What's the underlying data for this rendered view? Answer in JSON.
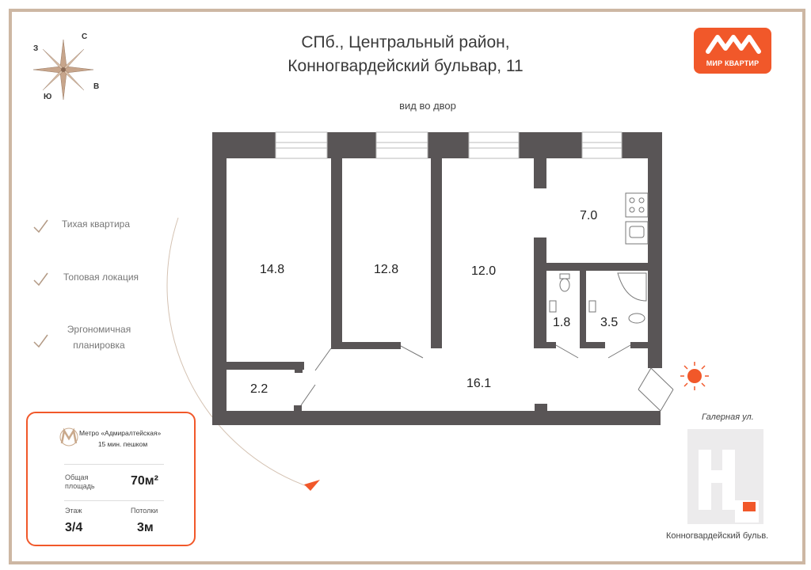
{
  "header": {
    "title_line1": "СПб., Центральный район,",
    "title_line2": "Конногвардейский бульвар, 11"
  },
  "logo": {
    "text": "МИР КВАРТИР",
    "brand_color": "#f1582a"
  },
  "compass": {
    "north": "С",
    "west": "З",
    "east": "В",
    "south": "Ю"
  },
  "plan": {
    "view_label": "вид во двор",
    "wall_color": "#595556",
    "rooms": [
      {
        "label": "14.8"
      },
      {
        "label": "12.8"
      },
      {
        "label": "12.0"
      },
      {
        "label": "7.0"
      },
      {
        "label": "1.8"
      },
      {
        "label": "3.5"
      },
      {
        "label": "2.2"
      },
      {
        "label": "16.1"
      }
    ]
  },
  "features": [
    {
      "text": "Тихая квартира"
    },
    {
      "text": "Топовая локация"
    },
    {
      "text_line1": "Эргономичная",
      "text_line2": "планировка"
    }
  ],
  "card": {
    "metro_name": "Метро «Адмиралтейская»",
    "metro_walk": "15 мин. пешком",
    "area_label_line1": "Общая",
    "area_label_line2": "площадь",
    "area_value": "70м²",
    "floor_label": "Этаж",
    "floor_value": "3/4",
    "ceiling_label": "Потолки",
    "ceiling_value": "3м"
  },
  "location": {
    "street_top": "Галерная ул.",
    "street_bottom": "Конногвардейский бульв."
  }
}
